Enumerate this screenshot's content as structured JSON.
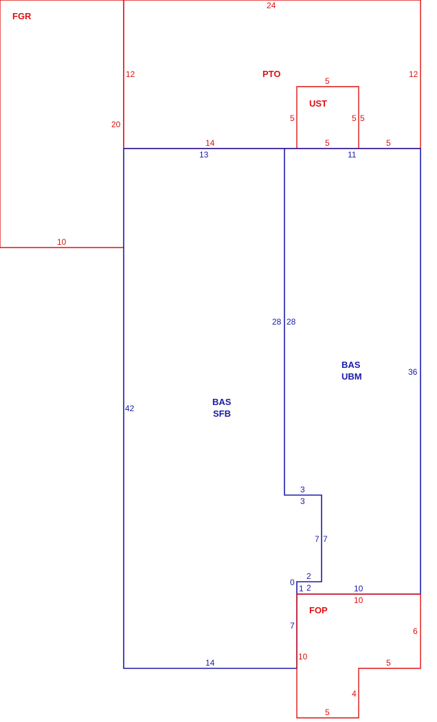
{
  "areas": {
    "fgr": {
      "code": "FGR"
    },
    "pto": {
      "code": "PTO"
    },
    "ust": {
      "code": "UST"
    },
    "bas_sfb": {
      "code": "BAS",
      "sub": "SFB"
    },
    "bas_ubm": {
      "code": "BAS",
      "sub": "UBM"
    },
    "fop": {
      "code": "FOP"
    }
  },
  "dims": {
    "fgr_left": "20",
    "fgr_bottom": "10",
    "pto_top": "24",
    "pto_left": "12",
    "pto_right": "12",
    "pto_bottom_left": "14",
    "pto_bottom_right": "5",
    "ust_top": "5",
    "ust_left": "5",
    "ust_right_in": "5",
    "ust_right_out": "5",
    "ust_bottom": "5",
    "sfb_top": "13",
    "sfb_left": "42",
    "sfb_right_upper": "28",
    "sfb_step_top": "3",
    "sfb_right_mid": "7",
    "sfb_step_bottom": "2",
    "sfb_small": "0",
    "sfb_right_lower": "7",
    "sfb_bottom": "14",
    "ubm_top": "11",
    "ubm_left_upper": "28",
    "ubm_step": "3",
    "ubm_left_mid": "7",
    "ubm_step_bottom": "2",
    "ubm_small": "1",
    "ubm_bottom": "10",
    "ubm_right": "36",
    "fop_top": "10",
    "fop_right": "6",
    "fop_step": "5",
    "fop_inner": "4",
    "fop_bottom": "5",
    "fop_left": "10"
  },
  "colors": {
    "red": "#dd1111",
    "blue": "#1a1aa8"
  }
}
